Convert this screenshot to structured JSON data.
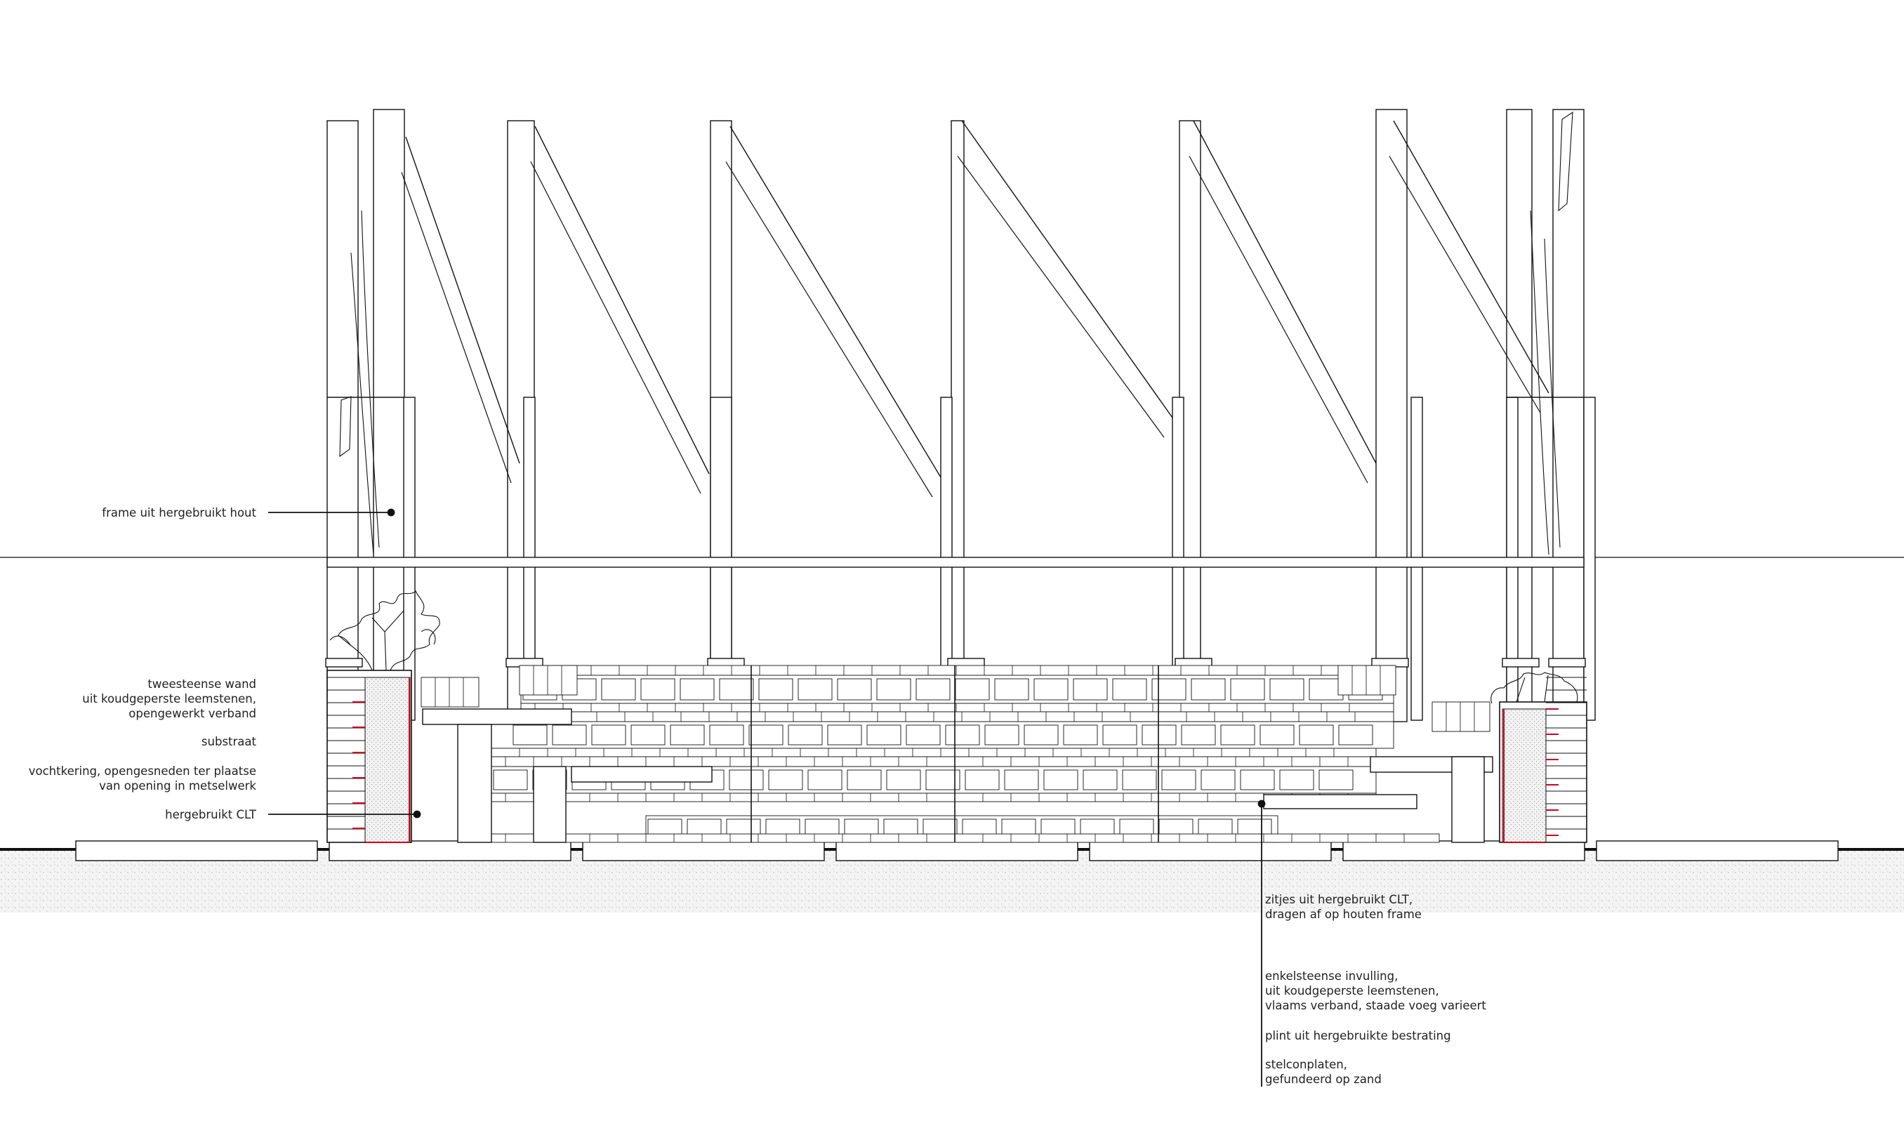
{
  "labels_left": [
    {
      "id": "frame",
      "lines": [
        "frame uit hergebruikt hout"
      ]
    },
    {
      "id": "wall",
      "lines": [
        "tweesteense wand",
        "uit koudgeperste leemstenen,",
        "opengewerkt verband"
      ]
    },
    {
      "id": "substrate",
      "lines": [
        "substraat"
      ]
    },
    {
      "id": "moisture",
      "lines": [
        "vochtkering, opengesneden ter plaatse",
        "van opening in metselwerk"
      ]
    },
    {
      "id": "clt",
      "lines": [
        "hergebruikt CLT"
      ]
    }
  ],
  "labels_right": [
    {
      "id": "seats",
      "lines": [
        "zitjes uit hergebruikt CLT,",
        "dragen af op houten frame"
      ]
    },
    {
      "id": "infill",
      "lines": [
        "enkelsteense invulling,",
        "uit koudgeperste leemstenen,",
        "vlaams verband, staade voeg varieert"
      ]
    },
    {
      "id": "plinth",
      "lines": [
        "plint uit hergebruikte bestrating"
      ]
    },
    {
      "id": "slabs",
      "lines": [
        "stelconplaten,",
        "gefundeerd op zand"
      ]
    }
  ],
  "colors": {
    "line": "#111111",
    "membrane": "#d0021b",
    "ground": "#eeeeee"
  }
}
